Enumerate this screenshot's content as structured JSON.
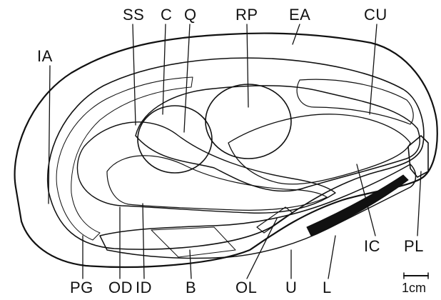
{
  "labels": {
    "SS": "SS",
    "C": "C",
    "Q": "Q",
    "RP": "RP",
    "EA": "EA",
    "CU": "CU",
    "IA": "IA",
    "IC": "IC",
    "PL": "PL",
    "PG": "PG",
    "OD": "OD",
    "ID": "ID",
    "B": "B",
    "OL": "OL",
    "U": "U",
    "L": "L"
  },
  "scale_bar": {
    "label": "1cm"
  },
  "colors": {
    "ink": "#111111",
    "background": "#ffffff"
  }
}
